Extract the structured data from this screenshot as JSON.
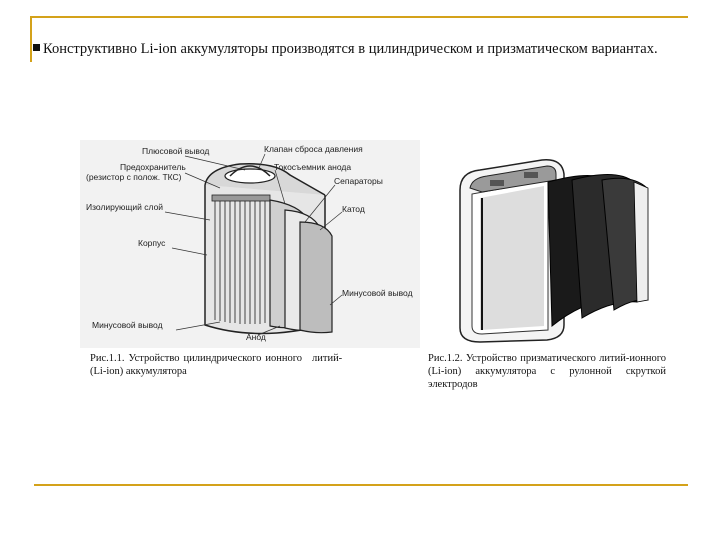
{
  "heading": "Конструктивно Li-ion аккумуляторы производятся в цилиндрическом и призматическом вариантах.",
  "figure1": {
    "labels": {
      "plus_terminal": "Плюсовой вывод",
      "fuse": "Предохранитель",
      "fuse_note": "(резистор с полож. ТКС)",
      "insulating_layer": "Изолирующий слой",
      "case": "Корпус",
      "minus_terminal_bottom": "Минусовой вывод",
      "anode": "Анод",
      "pressure_valve": "Клапан сброса давления",
      "anode_collector": "Токосъемник анода",
      "separators": "Сепараторы",
      "cathode": "Катод",
      "minus_terminal": "Минусовой вывод"
    },
    "caption_left": "Рис.1.1. Устройство цилиндрического ионного (Li-ion) аккумулятора",
    "caption_right": "литий-"
  },
  "figure2": {
    "caption": "Рис.1.2. Устройство призматического литий-ионного (Li-ion) аккумулятора с рулонной скруткой электродов"
  },
  "colors": {
    "rule": "#d4a21a"
  }
}
